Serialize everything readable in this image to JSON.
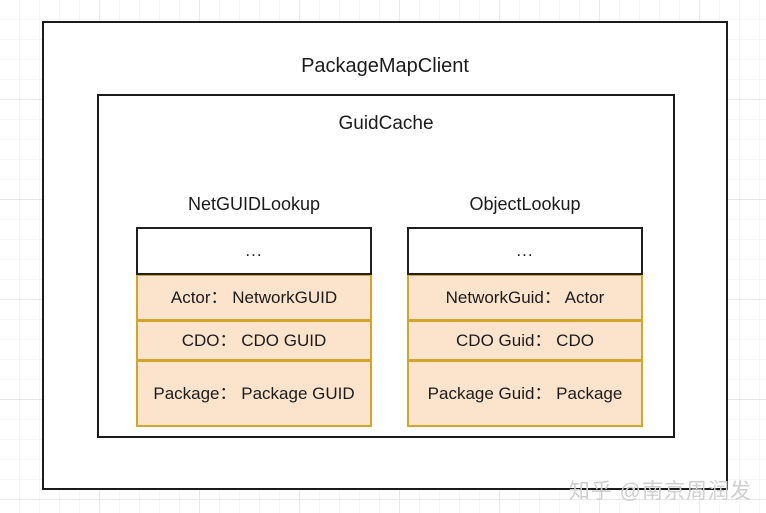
{
  "diagram": {
    "outer_box": {
      "title": "PackageMapClient"
    },
    "inner_box": {
      "title": "GuidCache"
    },
    "groups": [
      {
        "label": "NetGUIDLookup",
        "header_cell": "...",
        "rows": [
          "Actor： NetworkGUID",
          "CDO： CDO GUID",
          "Package： Package GUID"
        ]
      },
      {
        "label": "ObjectLookup",
        "header_cell": "...",
        "rows": [
          "NetworkGuid： Actor",
          "CDO Guid： CDO",
          "Package Guid： Package"
        ]
      }
    ],
    "watermark": "知乎 @南京周润发",
    "colors": {
      "cell_fill": "#fce4cc",
      "cell_border": "#d6a429",
      "box_border": "#1b1b1b",
      "grid_line": "#f6f6f6",
      "watermark": "#cfcfcf"
    }
  }
}
